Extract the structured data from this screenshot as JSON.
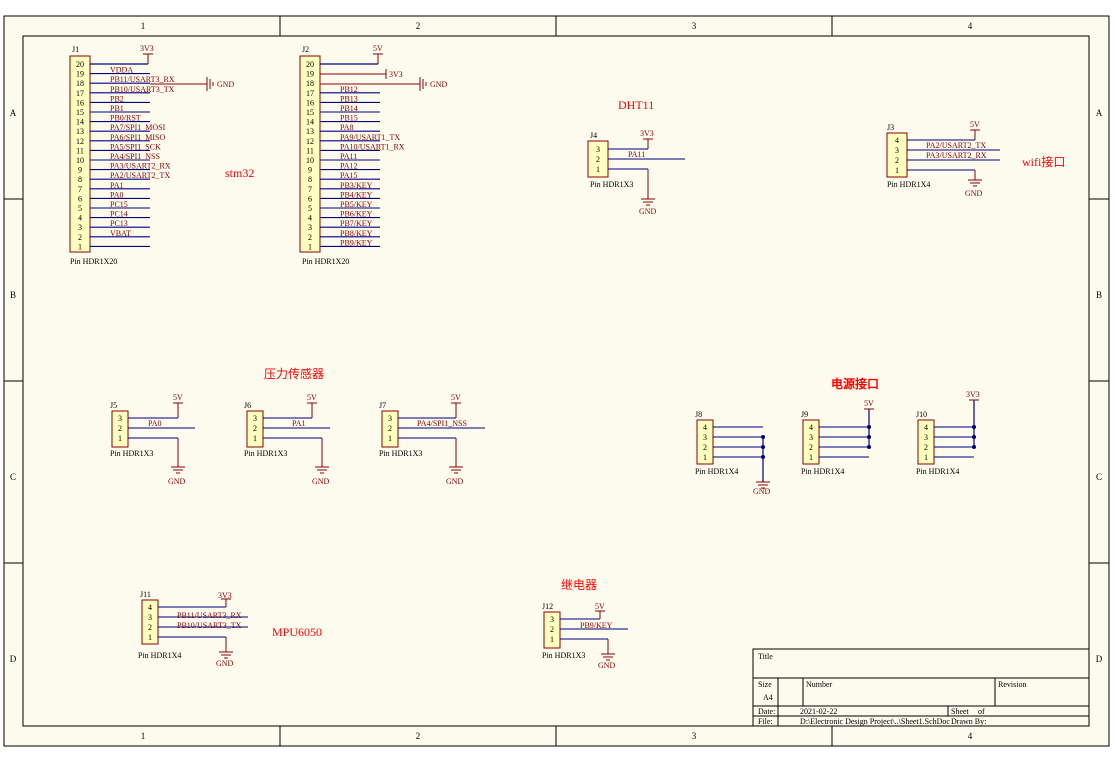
{
  "zone_cols": [
    "1",
    "2",
    "3",
    "4"
  ],
  "zone_rows": [
    "A",
    "B",
    "C",
    "D"
  ],
  "sections": {
    "stm32": "stm32",
    "dht11": "DHT11",
    "wifi": "wifi接口",
    "pressure": "压力传感器",
    "power": "电源接口",
    "mpu": "MPU6050",
    "relay": "继电器"
  },
  "components": {
    "J1": {
      "designator": "J1",
      "footprint": "Pin HDR1X20",
      "power": "3V3",
      "pin_numbers": [
        "20",
        "19",
        "18",
        "17",
        "16",
        "15",
        "14",
        "13",
        "12",
        "11",
        "10",
        "9",
        "8",
        "7",
        "6",
        "5",
        "4",
        "3",
        "2",
        "1"
      ],
      "nets": [
        "",
        "VDDA",
        "PB11/USART3_RX",
        "PB10/USART3_TX",
        "PB2",
        "PB1",
        "PB0/RST",
        "PA7/SPI1_MOSI",
        "PA6/SPI1_MISO",
        "PA5/SPI1_SCK",
        "PA4/SPI1_NSS",
        "PA3/USART2_RX",
        "PA2/USART2_TX",
        "PA1",
        "PA0",
        "PC15",
        "PC14",
        "PC13",
        "VBAT",
        ""
      ],
      "gnd": "GND"
    },
    "J2": {
      "designator": "J2",
      "footprint": "Pin HDR1X20",
      "power": "5V",
      "power2": "3V3",
      "pin_numbers": [
        "20",
        "19",
        "18",
        "17",
        "16",
        "15",
        "14",
        "13",
        "12",
        "11",
        "10",
        "9",
        "8",
        "7",
        "6",
        "5",
        "4",
        "3",
        "2",
        "1"
      ],
      "nets": [
        "",
        "",
        "",
        "PB12",
        "PB13",
        "PB14",
        "PB15",
        "PA8",
        "PA9/USART1_TX",
        "PA10/USART1_RX",
        "PA11",
        "PA12",
        "PA15",
        "PB3/KEY",
        "PB4/KEY",
        "PB5/KEY",
        "PB6/KEY",
        "PB7/KEY",
        "PB8/KEY",
        "PB9/KEY"
      ],
      "gnd": "GND"
    },
    "J3": {
      "designator": "J3",
      "footprint": "Pin HDR1X4",
      "power": "5V",
      "pin_numbers": [
        "4",
        "3",
        "2",
        "1"
      ],
      "nets": [
        "PA2/USART2_TX",
        "PA3/USART2_RX"
      ],
      "gnd": "GND"
    },
    "J4": {
      "designator": "J4",
      "footprint": "Pin HDR1X3",
      "power": "3V3",
      "pin_numbers": [
        "3",
        "2",
        "1"
      ],
      "nets": [
        "PA11"
      ],
      "gnd": "GND"
    },
    "J5": {
      "designator": "J5",
      "footprint": "Pin HDR1X3",
      "power": "5V",
      "pin_numbers": [
        "3",
        "2",
        "1"
      ],
      "nets": [
        "PA0"
      ],
      "gnd": "GND"
    },
    "J6": {
      "designator": "J6",
      "footprint": "Pin HDR1X3",
      "power": "5V",
      "pin_numbers": [
        "3",
        "2",
        "1"
      ],
      "nets": [
        "PA1"
      ],
      "gnd": "GND"
    },
    "J7": {
      "designator": "J7",
      "footprint": "Pin HDR1X3",
      "power": "5V",
      "pin_numbers": [
        "3",
        "2",
        "1"
      ],
      "nets": [
        "PA4/SPI1_NSS"
      ],
      "gnd": "GND"
    },
    "J8": {
      "designator": "J8",
      "footprint": "Pin HDR1X4",
      "pin_numbers": [
        "4",
        "3",
        "2",
        "1"
      ],
      "gnd": "GND"
    },
    "J9": {
      "designator": "J9",
      "footprint": "Pin HDR1X4",
      "power": "5V",
      "pin_numbers": [
        "4",
        "3",
        "2",
        "1"
      ]
    },
    "J10": {
      "designator": "J10",
      "footprint": "Pin HDR1X4",
      "power": "3V3",
      "pin_numbers": [
        "4",
        "3",
        "2",
        "1"
      ]
    },
    "J11": {
      "designator": "J11",
      "footprint": "Pin HDR1X4",
      "power": "3V3",
      "pin_numbers": [
        "4",
        "3",
        "2",
        "1"
      ],
      "nets": [
        "PB11/USART3_RX",
        "PB10/USART3_TX"
      ],
      "gnd": "GND"
    },
    "J12": {
      "designator": "J12",
      "footprint": "Pin HDR1X3",
      "power": "5V",
      "pin_numbers": [
        "3",
        "2",
        "1"
      ],
      "nets": [
        "PB9/KEY"
      ],
      "gnd": "GND"
    }
  },
  "title_block": {
    "title_label": "Title",
    "size_label": "Size",
    "size_value": "A4",
    "number_label": "Number",
    "revision_label": "Revision",
    "date_label": "Date:",
    "date_value": "2021-02-22",
    "sheet_label": "Sheet",
    "of_label": "of",
    "file_label": "File:",
    "file_value": "D:\\Electronic Design Project\\..\\Sheet1.SchDoc",
    "drawn_label": "Drawn By:"
  },
  "colors": {
    "wire": "#000080",
    "component": "#8b0000",
    "body": "#ffffc0",
    "heading": "#ff0000"
  }
}
